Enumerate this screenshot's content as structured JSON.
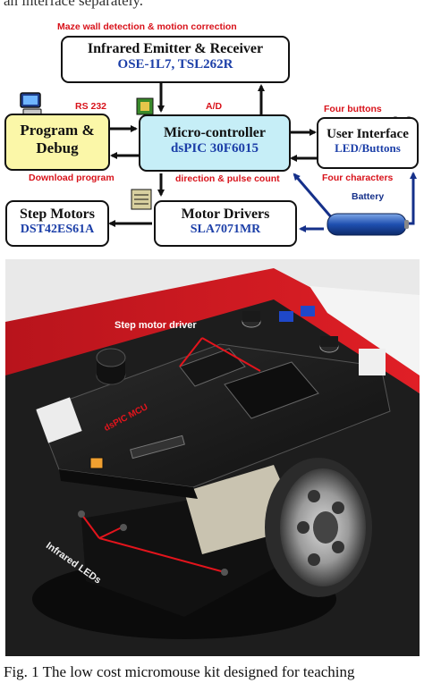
{
  "header_fragment": "an interface separately.",
  "diagram": {
    "top_label": "Maze wall detection & motion correction",
    "infrared": {
      "title": "Infrared Emitter & Receiver",
      "sub": "OSE-1L7, TSL262R"
    },
    "program": {
      "title_line1": "Program &",
      "title_line2": "Debug"
    },
    "rs232": "RS 232",
    "download": "Download program",
    "ad": "A/D",
    "mcu": {
      "title": "Micro-controller",
      "sub": "dsPIC 30F6015"
    },
    "dir_pulse": "direction & pulse count",
    "four_buttons": "Four buttons",
    "four_chars": "Four characters",
    "user": {
      "title": "User Interface",
      "sub": "LED/Buttons"
    },
    "battery": "Battery",
    "step_motors": {
      "title": "Step Motors",
      "sub": "DST42ES61A"
    },
    "motor_drivers": {
      "title": "Motor Drivers",
      "sub": "SLA7071MR"
    }
  },
  "photo": {
    "step_driver_label": "Step motor driver",
    "mcu_label": "dsPIC MCU",
    "leds_label": "Infrared LEDs"
  },
  "caption": "Fig. 1 The low cost micromouse kit designed for teaching"
}
